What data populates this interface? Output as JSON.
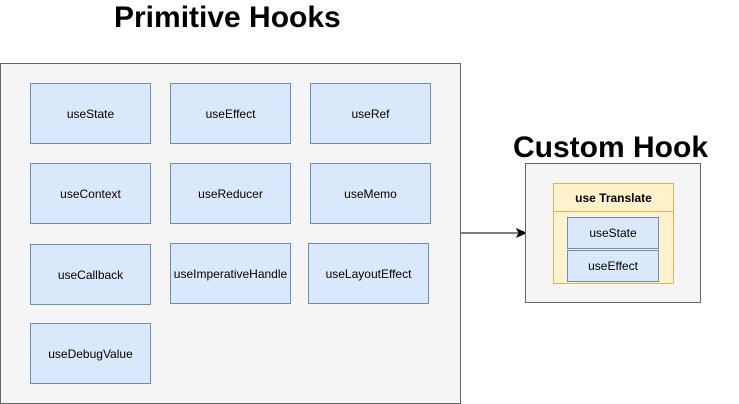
{
  "primitive": {
    "title": "Primitive Hooks",
    "hooks": [
      "useState",
      "useEffect",
      "useRef",
      "useContext",
      "useReducer",
      "useMemo",
      "useCallback",
      "useImperativeHandle",
      "useLayoutEffect",
      "useDebugValue"
    ]
  },
  "custom": {
    "title": "Custom Hook",
    "name": "use Translate",
    "hooks": [
      "useState",
      "useEffect"
    ]
  },
  "colors": {
    "hook_fill": "#dae8fc",
    "hook_border": "#6c8ebf",
    "panel_fill": "#f5f5f5",
    "panel_border": "#666666",
    "custom_fill": "#fff2cc",
    "custom_border": "#d6b656"
  }
}
